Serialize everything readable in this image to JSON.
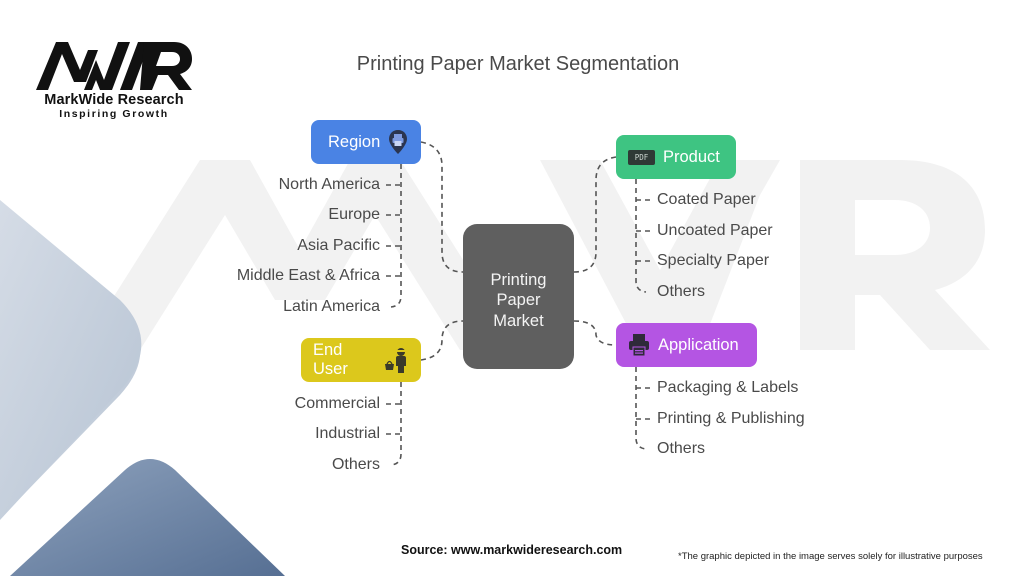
{
  "brand": {
    "logo_mark": "MWR",
    "name": "MarkWide Research",
    "tagline": "Inspiring Growth"
  },
  "title": "Printing Paper Market Segmentation",
  "center": {
    "lines": [
      "Printing",
      "Paper",
      "Market"
    ]
  },
  "segments": {
    "region": {
      "label": "Region",
      "icon": "map-pin-printer-icon",
      "color": "#4a83e4",
      "items": [
        "North America",
        "Europe",
        "Asia Pacific",
        "Middle East & Africa",
        "Latin America"
      ]
    },
    "product": {
      "label": "Product",
      "icon": "pdf-document-icon",
      "icon_text": "PDF",
      "color": "#3ec482",
      "items": [
        "Coated Paper",
        "Uncoated Paper",
        "Specialty Paper",
        "Others"
      ]
    },
    "end_user": {
      "label": "End User",
      "icon": "shopper-with-basket-icon",
      "color": "#dcc81c",
      "items": [
        "Commercial",
        "Industrial",
        "Others"
      ]
    },
    "application": {
      "label": "Application",
      "icon": "printer-icon",
      "color": "#b455e3",
      "items": [
        "Packaging & Labels",
        "Printing & Publishing",
        "Others"
      ]
    }
  },
  "center_color": "#5f5f5f",
  "footer": {
    "source": "Source: www.markwideresearch.com",
    "disclaimer": "*The graphic depicted in the image serves solely for illustrative purposes"
  }
}
